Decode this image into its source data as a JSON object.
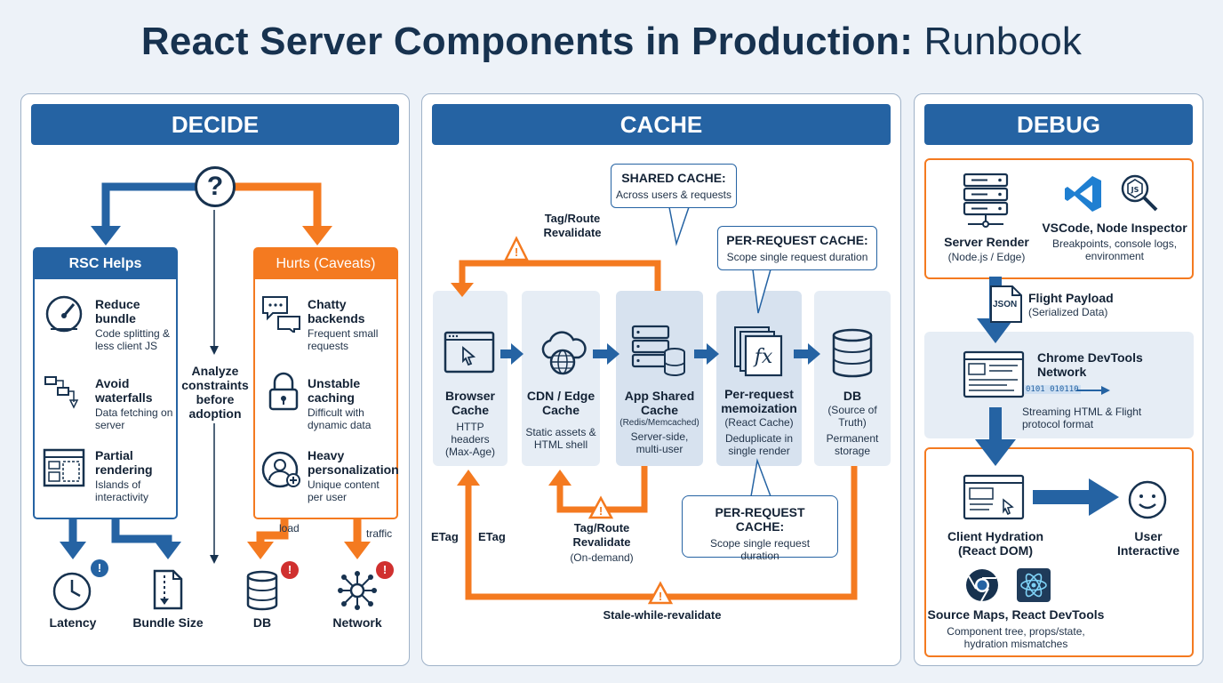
{
  "title_main": "React Server Components in Production:",
  "title_tail": "Runbook",
  "decide": {
    "header": "DECIDE",
    "question": "?",
    "helps": {
      "header": "RSC Helps",
      "items": [
        {
          "title": "Reduce bundle",
          "desc": "Code splitting & less client JS"
        },
        {
          "title": "Avoid waterfalls",
          "desc": "Data fetching on server"
        },
        {
          "title": "Partial rendering",
          "desc": "Islands of interactivity"
        }
      ]
    },
    "hurts": {
      "header": "Hurts (Caveats)",
      "items": [
        {
          "title": "Chatty backends",
          "desc": "Frequent small requests"
        },
        {
          "title": "Unstable caching",
          "desc": "Difficult with dynamic data"
        },
        {
          "title": "Heavy personalization",
          "desc": "Unique content per user"
        }
      ]
    },
    "center_note": "Analyze constraints before adoption",
    "arrow_load": "load",
    "arrow_traffic": "traffic",
    "outcomes": [
      {
        "label": "Latency",
        "badge": "!"
      },
      {
        "label": "Bundle Size"
      },
      {
        "label": "DB",
        "badge": "!"
      },
      {
        "label": "Network",
        "badge": "!"
      }
    ]
  },
  "cache": {
    "header": "CACHE",
    "shared_callout": {
      "title": "SHARED CACHE:",
      "desc": "Across users & requests"
    },
    "per_request_callout_top": {
      "title": "PER-REQUEST CACHE:",
      "desc": "Scope single request duration"
    },
    "per_request_callout_bottom": {
      "title": "PER-REQUEST CACHE:",
      "desc": "Scope single request duration"
    },
    "tag_revalidate_top": "Tag/Route Revalidate",
    "tag_revalidate_bottom": "Tag/Route Revalidate",
    "on_demand": "(On-demand)",
    "stale": "Stale-while-revalidate",
    "etag_1": "ETag",
    "etag_2": "ETag",
    "warning": "!",
    "layers": [
      {
        "title": "Browser Cache",
        "desc": "HTTP headers (Max-Age)"
      },
      {
        "title": "CDN / Edge Cache",
        "desc": "Static assets & HTML shell"
      },
      {
        "title": "App Shared Cache",
        "sub": "(Redis/Memcached)",
        "desc": "Server-side, multi-user"
      },
      {
        "title": "Per-request memoization",
        "sub": "(React Cache)",
        "desc": "Deduplicate in single render"
      },
      {
        "title": "DB",
        "sub": "(Source of Truth)",
        "desc": "Permanent storage"
      }
    ]
  },
  "debug": {
    "header": "DEBUG",
    "server": {
      "title": "Server Render",
      "desc": "(Node.js / Edge)"
    },
    "vscode": {
      "title": "VSCode, Node Inspector",
      "desc": "Breakpoints, console logs, environment"
    },
    "json_tag": "JSON",
    "flight": {
      "title": "Flight Payload",
      "desc": "(Serialized Data)"
    },
    "chrome": {
      "title": "Chrome DevTools Network",
      "desc": "Streaming HTML & Flight protocol format"
    },
    "stream_text": "0101 010110",
    "hydration": {
      "title": "Client Hydration (React DOM)"
    },
    "user": {
      "title": "User Interactive"
    },
    "sourcemaps": {
      "title": "Source Maps, React DevTools",
      "desc": "Component tree, props/state, hydration mismatches"
    }
  },
  "colors": {
    "blue": "#2563a3",
    "orange": "#f47a20",
    "navy": "#17324f",
    "red": "#d0302f",
    "panel_bg": "#e6edf5"
  }
}
